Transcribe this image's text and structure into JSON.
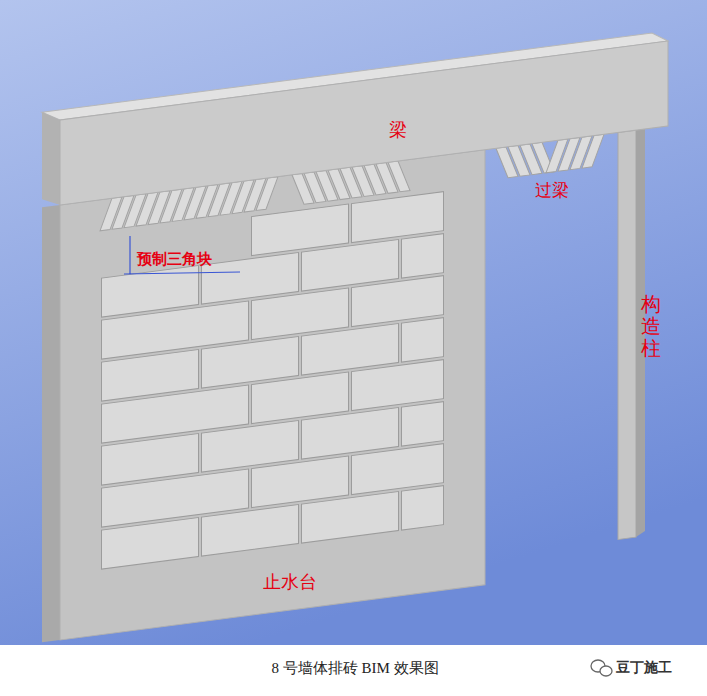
{
  "diagram": {
    "caption": "8 号墙体排砖 BIM 效果图",
    "labels": [
      "梁",
      "过梁",
      "预制三角块",
      "构造柱",
      "止水台",
      "豆丁施工"
    ]
  }
}
